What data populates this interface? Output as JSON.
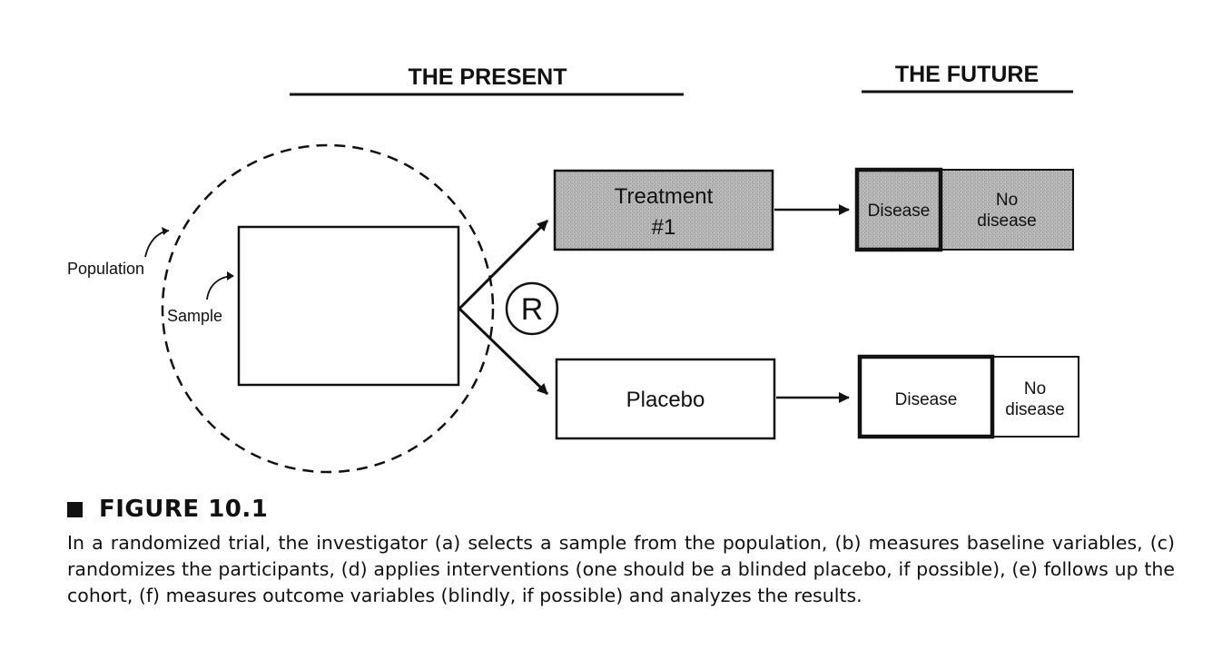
{
  "headers": {
    "present": "THE PRESENT",
    "future": "THE FUTURE"
  },
  "labels": {
    "population": "Population",
    "sample": "Sample",
    "randomize": "R"
  },
  "treatment_box": {
    "line1": "Treatment",
    "line2": "#1"
  },
  "placebo_box": {
    "label": "Placebo"
  },
  "outcome_treatment": {
    "disease": "Disease",
    "no_disease_line1": "No",
    "no_disease_line2": "disease"
  },
  "outcome_placebo": {
    "disease": "Disease",
    "no_disease_line1": "No",
    "no_disease_line2": "disease"
  },
  "figure": {
    "title": "FIGURE 10.1",
    "caption": "In a randomized trial, the investigator (a) selects a sample from the population, (b) measures baseline variables, (c) randomizes the participants, (d) applies interventions (one should be a blinded placebo, if possible), (e) follows up the cohort, (f) measures outcome variables (blindly, if possible) and analyzes the results."
  },
  "colors": {
    "ink": "#111111",
    "shaded_fill": "#b4b4b4",
    "paper": "#ffffff"
  }
}
